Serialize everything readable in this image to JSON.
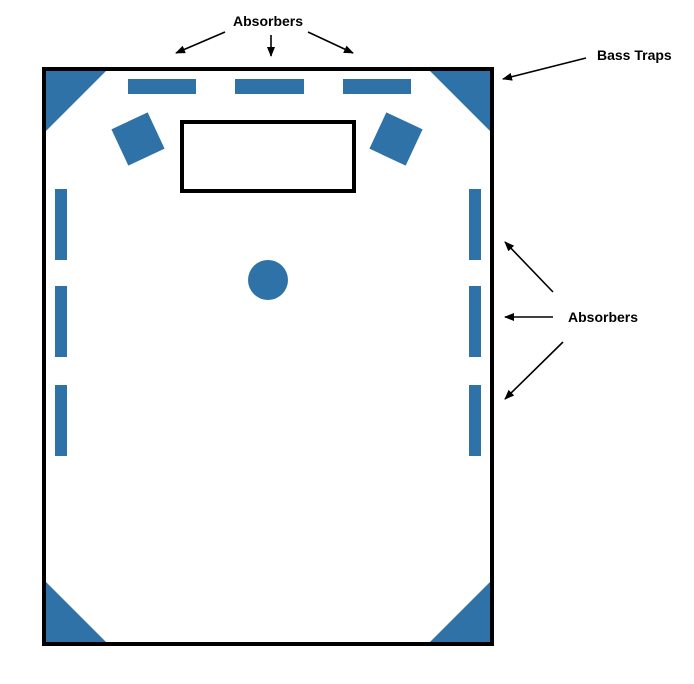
{
  "labels": {
    "top_absorbers": "Absorbers",
    "bass_traps": "Bass Traps",
    "side_absorbers": "Absorbers"
  },
  "colors": {
    "panel": "#2f72a8",
    "outline": "#000000",
    "background": "#ffffff"
  }
}
